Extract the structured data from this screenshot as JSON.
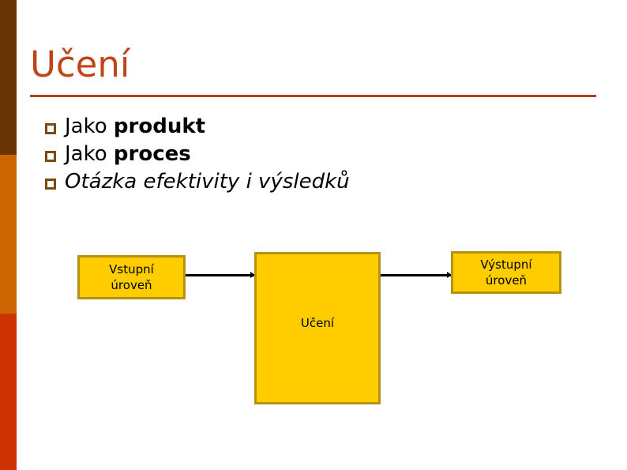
{
  "slide": {
    "title": "Učení",
    "title_color": "#bf4417",
    "rule_color": "#a8431c",
    "background": "#ffffff"
  },
  "sidebar": {
    "segments": [
      {
        "name": "top",
        "color": "#6b3405"
      },
      {
        "name": "middle",
        "color": "#cc6600"
      },
      {
        "name": "bottom",
        "color": "#cc3300"
      }
    ],
    "marker_color": "#7b4a10"
  },
  "bullets": [
    {
      "lead": "Jako ",
      "emphasis": "produkt",
      "style": "bold"
    },
    {
      "lead": "Jako ",
      "emphasis": "proces",
      "style": "bold"
    },
    {
      "lead": "Otázka efektivity i výsledků",
      "emphasis": "",
      "style": "italic"
    }
  ],
  "diagram": {
    "type": "flow",
    "fill_color": "#ffcc00",
    "border_color": "#b39310",
    "connector_color": "#000000",
    "nodes": [
      {
        "id": "input",
        "label": "Vstupní\núroveň",
        "line1": "Vstupní",
        "line2": "úroveň"
      },
      {
        "id": "center",
        "label": "Učení",
        "line1": "Učení",
        "line2": ""
      },
      {
        "id": "output",
        "label": "Výstupní\núroveň",
        "line1": "Výstupní",
        "line2": "úroveň"
      }
    ],
    "edges": [
      {
        "from": "input",
        "to": "center"
      },
      {
        "from": "center",
        "to": "output"
      }
    ]
  }
}
